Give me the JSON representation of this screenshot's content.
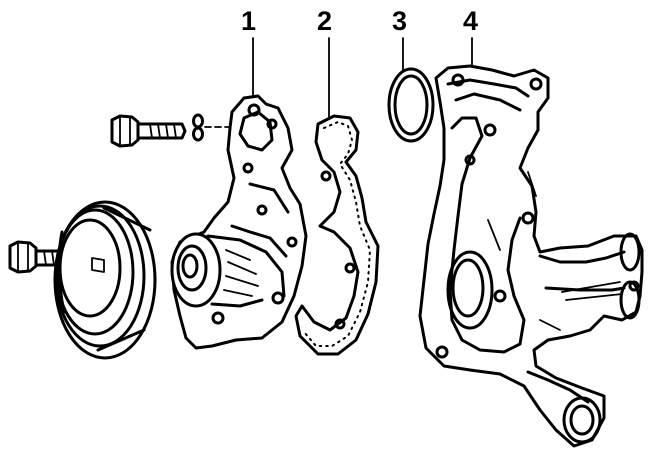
{
  "callouts": {
    "c1": "1",
    "c2": "2",
    "c3": "3",
    "c4": "4"
  },
  "colors": {
    "stroke": "#000000",
    "background": "#ffffff"
  }
}
